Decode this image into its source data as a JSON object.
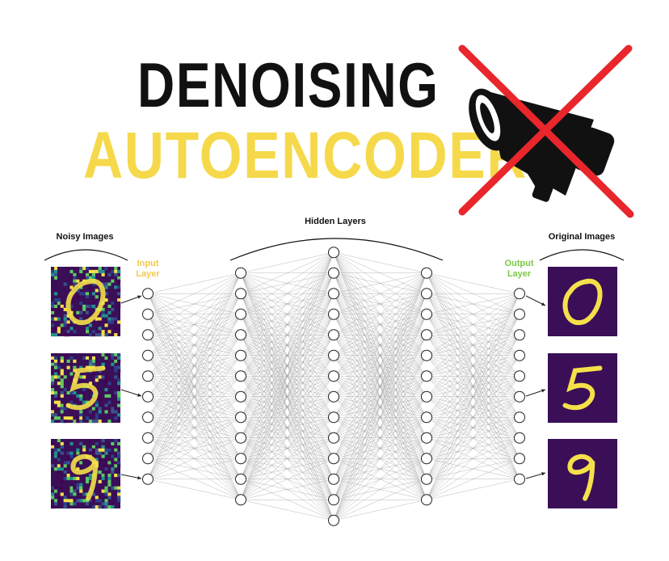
{
  "title": {
    "line1": "DENOISING",
    "line2": "AUTOENCODERS"
  },
  "colors": {
    "title_dark": "#111111",
    "title_accent": "#f5d94a",
    "cross_red": "#e8262b",
    "input_layer": "#f2c94c",
    "output_layer": "#7ac943",
    "digit_bg": "#3a0f57",
    "digit_fg": "#f5e04a"
  },
  "icons": {
    "megaphone": "megaphone-icon",
    "cross": "red-x-icon"
  },
  "labels": {
    "noisy_images": "Noisy Images",
    "hidden_layers": "Hidden Layers",
    "original_images": "Original Images",
    "input_layer": "Input\nLayer",
    "output_layer": "Output\nLayer"
  },
  "digits": [
    "0",
    "5",
    "9"
  ],
  "network": {
    "layer_sizes": [
      10,
      12,
      14,
      12,
      10
    ]
  }
}
